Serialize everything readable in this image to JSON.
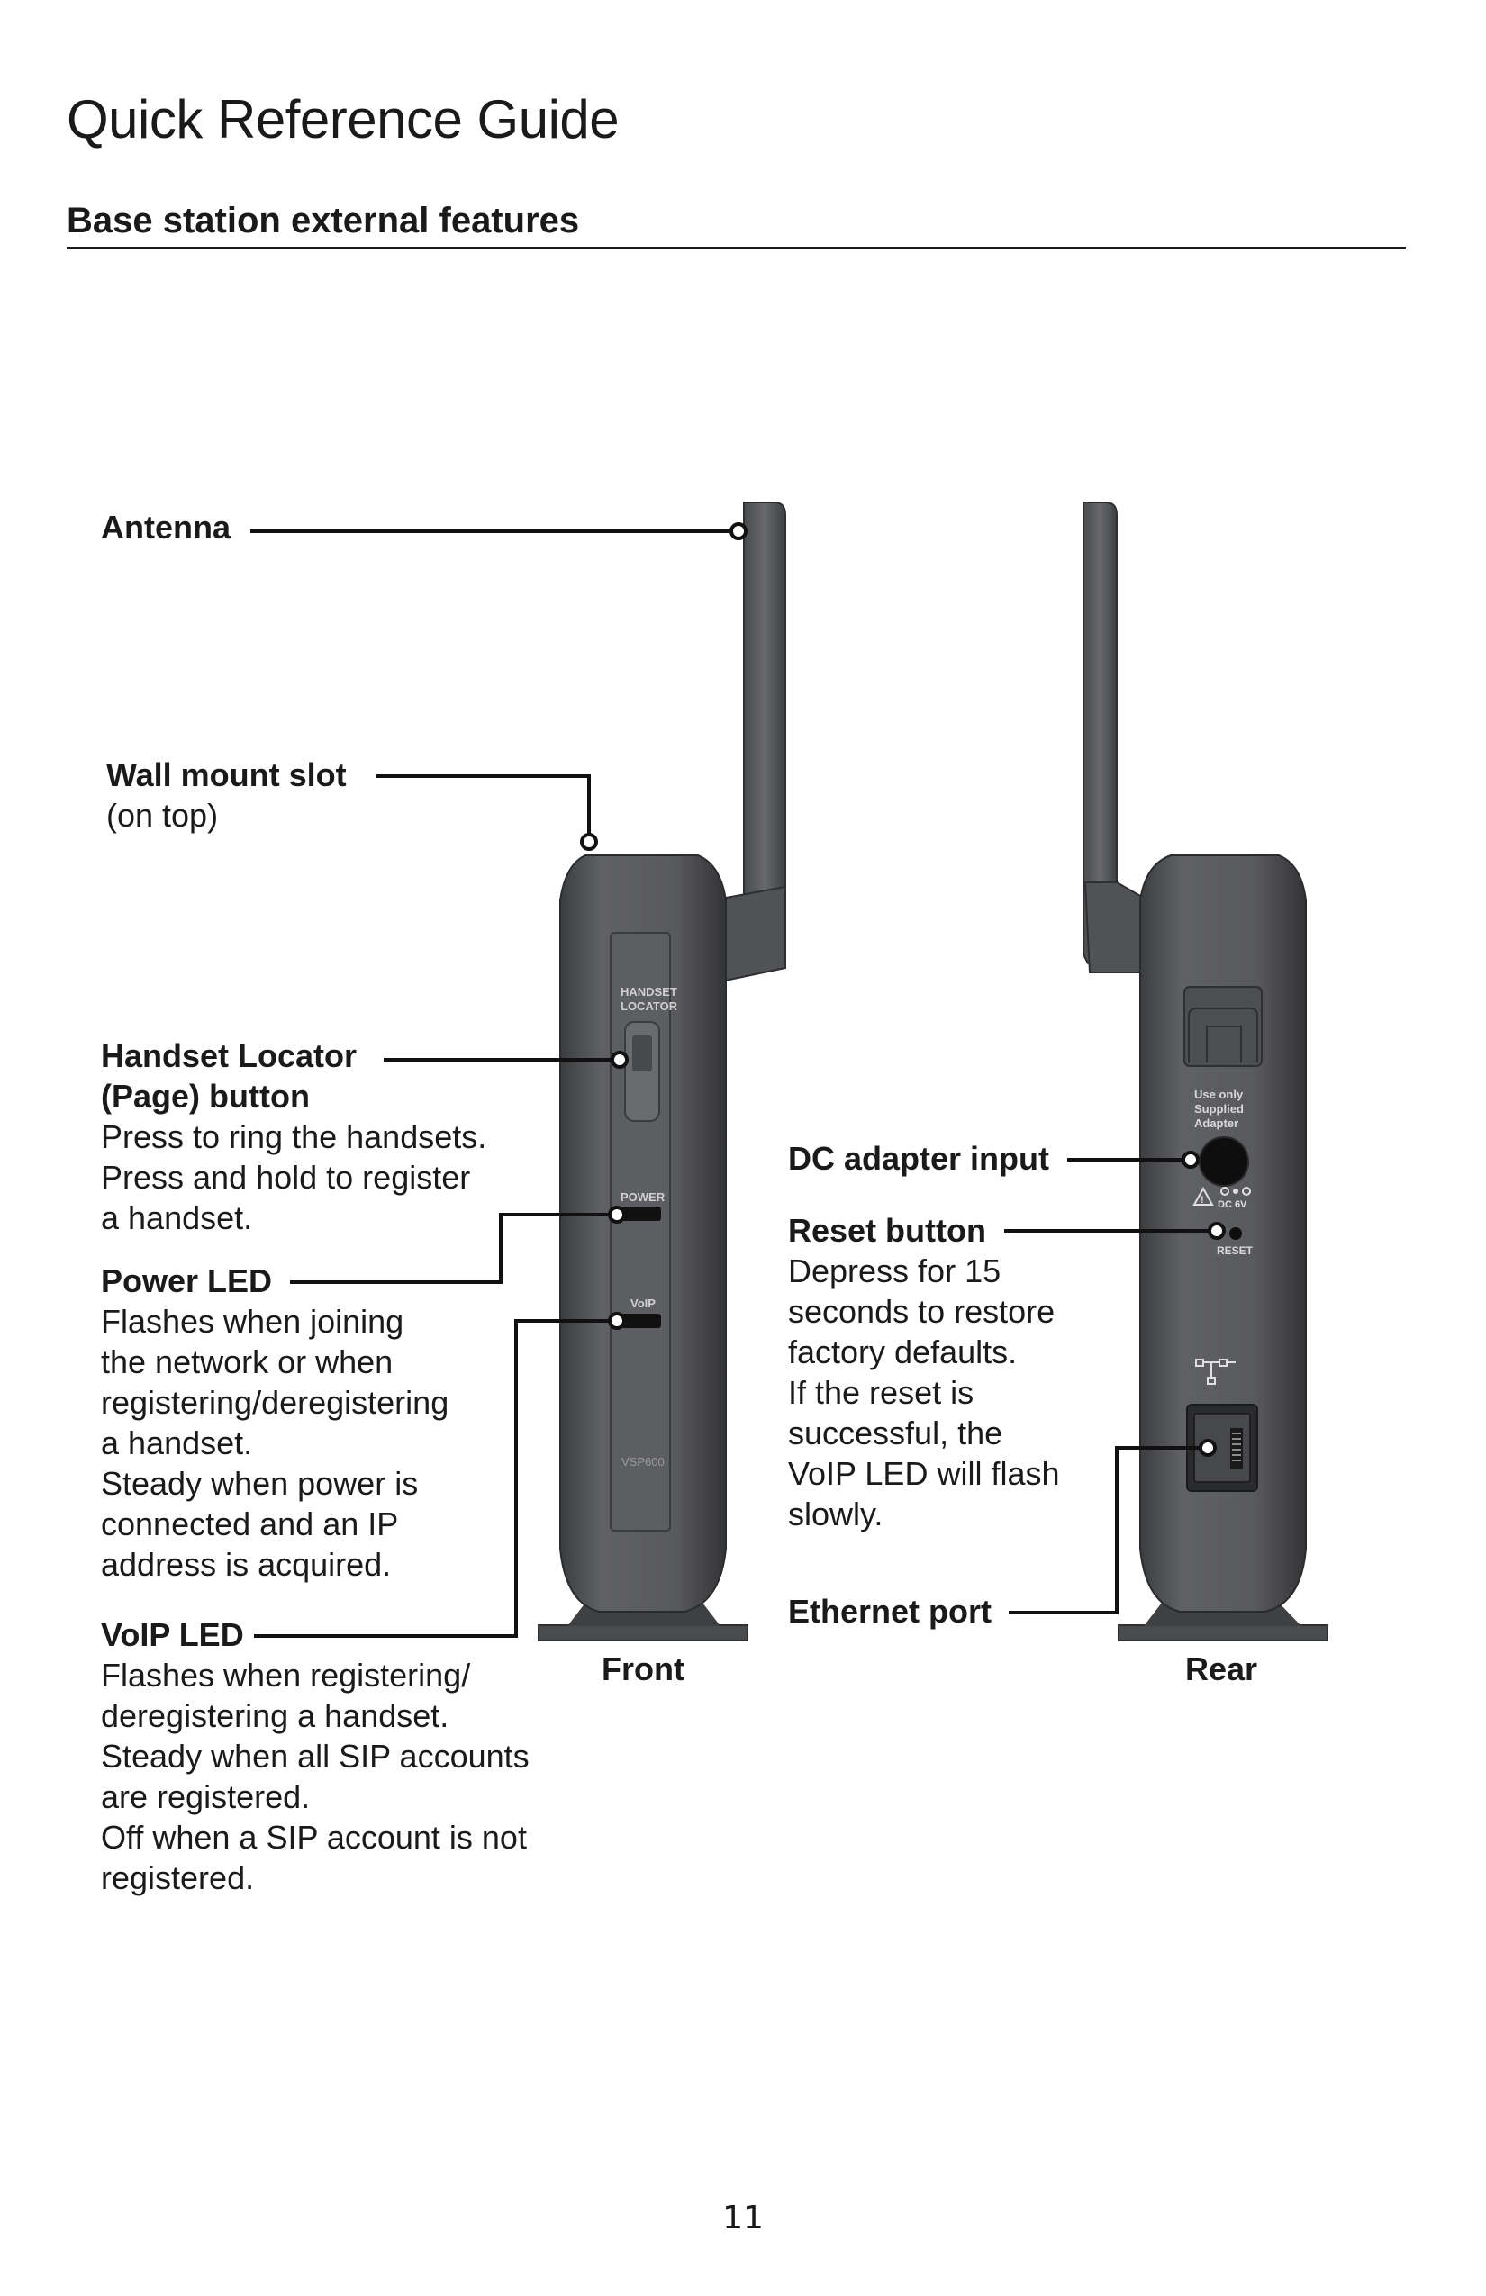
{
  "header": {
    "title": "Quick Reference Guide",
    "section": "Base station external features"
  },
  "front_labels": {
    "antenna": "Antenna",
    "wall_mount": {
      "title": "Wall mount slot",
      "desc": "(on top)"
    },
    "handset_locator": {
      "title_lines": [
        "Handset Locator",
        "(Page) button"
      ],
      "desc_lines": [
        "Press to ring the handsets.",
        "Press and hold to register",
        "a handset."
      ]
    },
    "power_led": {
      "title": "Power LED",
      "desc_lines": [
        "Flashes when joining",
        "the network or when",
        "registering/deregistering",
        "a handset.",
        "Steady when power is",
        "connected and an IP",
        "address is acquired."
      ]
    },
    "voip_led": {
      "title": "VoIP LED",
      "desc_lines": [
        "Flashes when registering/",
        "deregistering a handset.",
        "Steady when all SIP accounts",
        "are registered.",
        "Off when a SIP account is not",
        "registered."
      ]
    }
  },
  "rear_labels": {
    "dc_adapter": "DC adapter input",
    "reset_button": {
      "title": "Reset button",
      "desc_lines": [
        "Depress for 15",
        "seconds to restore",
        "factory defaults.",
        "If the reset is",
        "successful, the",
        "VoIP LED will flash",
        "slowly."
      ]
    },
    "ethernet_port": "Ethernet port"
  },
  "device_text": {
    "front": {
      "handset_locator": [
        "HANDSET",
        "LOCATOR"
      ],
      "power": "POWER",
      "voip": "VoIP",
      "model": "VSP600"
    },
    "rear": {
      "adapter_note": [
        "Use only",
        "Supplied",
        "Adapter"
      ],
      "dc_rating": "DC 6V",
      "reset": "RESET"
    }
  },
  "captions": {
    "front": "Front",
    "rear": "Rear"
  },
  "footer": {
    "page_number": "11"
  },
  "colors": {
    "device_body": "#57585a",
    "device_dark": "#3a3b3d",
    "text": "#1a1a1a"
  }
}
